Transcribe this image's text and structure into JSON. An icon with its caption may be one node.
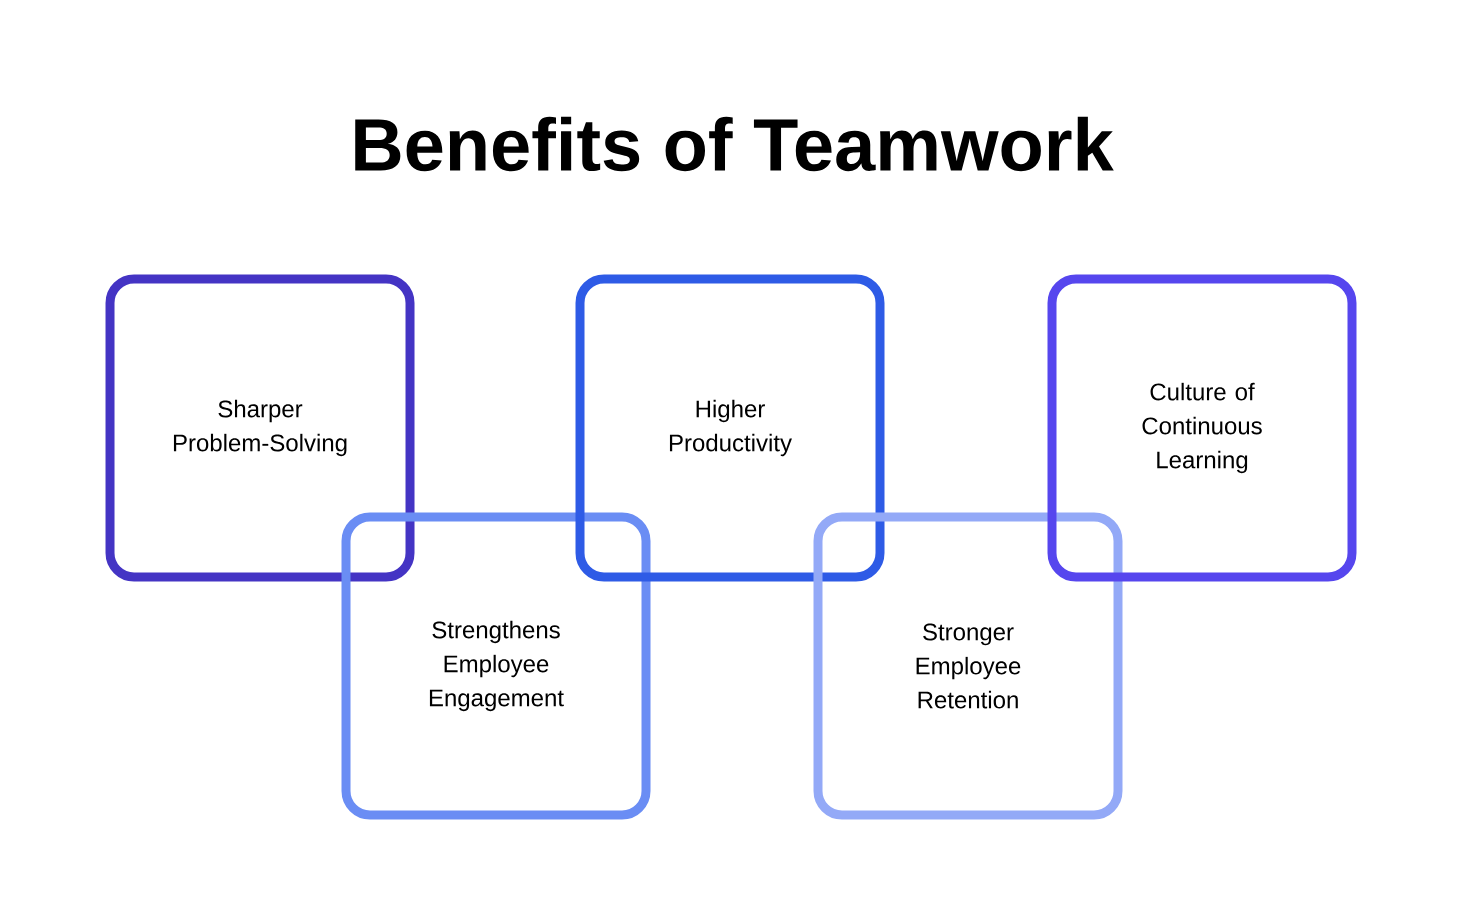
{
  "diagram": {
    "title": "Benefits of Teamwork",
    "nodes": [
      {
        "text": [
          "Sharper Problem-Solving"
        ]
      },
      {
        "text": [
          "Strengthens Employee Engagement"
        ]
      },
      {
        "text": [
          "Higher Productivity"
        ]
      },
      {
        "text": [
          "Stronger Employee Retention"
        ]
      },
      {
        "text": [
          "Culture of Continuous Learning"
        ]
      }
    ]
  }
}
